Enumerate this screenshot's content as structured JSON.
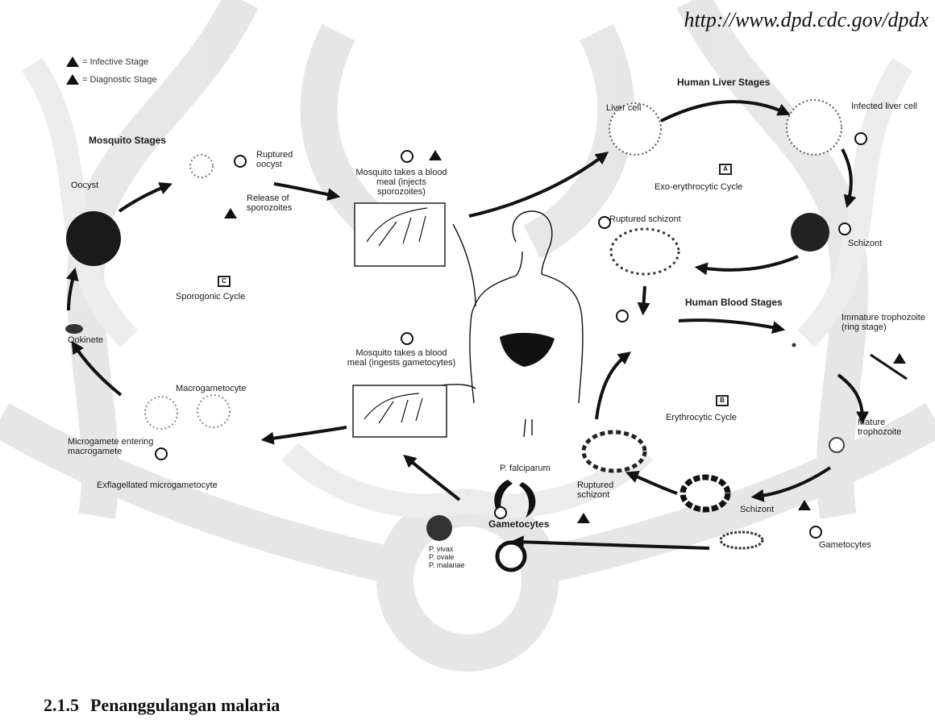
{
  "source_url": "http://www.dpd.cdc.gov/dpdx",
  "legend": {
    "infective": "= Infective Stage",
    "diagnostic": "= Diagnostic Stage"
  },
  "sections": {
    "mosquito": "Mosquito Stages",
    "liver": "Human Liver Stages",
    "blood": "Human Blood Stages"
  },
  "cycles": {
    "sporogonic": "Sporogonic Cycle",
    "exo": "Exo-erythrocytic Cycle",
    "erythrocytic": "Erythrocytic Cycle"
  },
  "labels": {
    "liver_cell": "Liver cell",
    "infected_liver_cell": "Infected liver cell",
    "schizont_liver": "Schizont",
    "ruptured_schizont_liver": "Ruptured schizont",
    "immature_trophozoite": "Immature trophozoite (ring stage)",
    "mature_trophozoite": "Mature trophozoite",
    "schizont_blood": "Schizont",
    "ruptured_schizont_blood": "Ruptured schizont",
    "gametocytes_right": "Gametocytes",
    "gametocytes_center": "Gametocytes",
    "p_falciparum": "P. falciparum",
    "p_species": "P. vivax\nP. ovale\nP. malariae",
    "mosquito_meal_1": "Mosquito takes a blood meal (injects sporozoites)",
    "mosquito_meal_2": "Mosquito takes a blood meal (ingests gametocytes)",
    "ruptured_oocyst": "Ruptured oocyst",
    "release_sporozoites": "Release of sporozoites",
    "oocyst": "Oocyst",
    "ookinete": "Ookinete",
    "macrogametocyte": "Macrogametocyte",
    "microgamete": "Microgamete entering macrogamete",
    "exflagellated": "Exflagellated microgametocyte"
  },
  "cycle_letters": {
    "a": "A",
    "b": "B",
    "c": "C"
  },
  "heading": {
    "number": "2.1.5",
    "text": "Penanggulangan malaria"
  }
}
